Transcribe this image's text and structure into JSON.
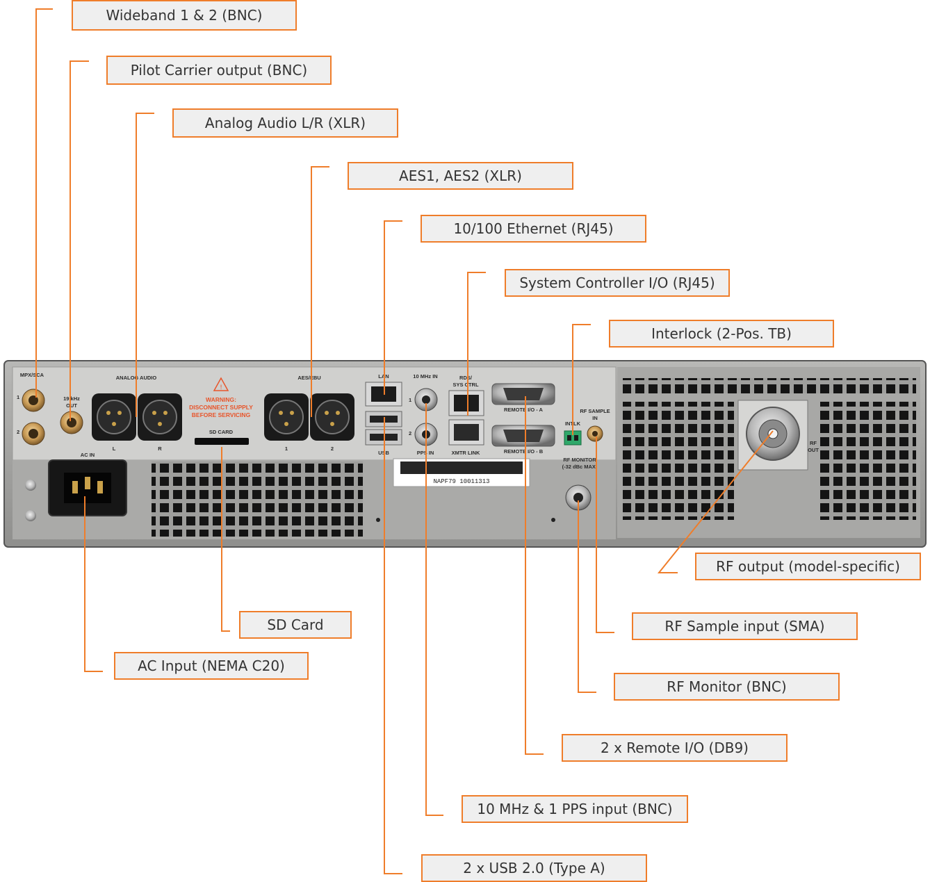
{
  "accent_color": "#ef7d2a",
  "callouts": {
    "wideband": "Wideband 1 & 2 (BNC)",
    "pilot": "Pilot Carrier output (BNC)",
    "analog_audio": "Analog Audio L/R (XLR)",
    "aes": "AES1, AES2 (XLR)",
    "ethernet": "10/100 Ethernet (RJ45)",
    "system_controller": "System Controller I/O (RJ45)",
    "interlock": "Interlock (2-Pos. TB)",
    "rf_output": "RF output (model-specific)",
    "sd_card": "SD Card",
    "rf_sample": "RF Sample input (SMA)",
    "ac_input": "AC Input (NEMA C20)",
    "rf_monitor": "RF Monitor (BNC)",
    "remote_io": "2 x Remote I/O (DB9)",
    "ten_mhz_pps": "10 MHz & 1 PPS input (BNC)",
    "usb": "2 x USB 2.0 (Type A)"
  },
  "panel": {
    "mpx_sca": "MPX/SCA",
    "port_1": "1",
    "port_2": "2",
    "khz_out_1": "19 kHz",
    "khz_out_2": "OUT",
    "analog_audio": "ANALOG AUDIO",
    "left": "L",
    "right": "R",
    "ac_in": "AC IN",
    "warning_1": "WARNING:",
    "warning_2": "DISCONNECT SUPPLY",
    "warning_3": "BEFORE SERVICING",
    "sd_card": "SD CARD",
    "aes_ebu": "AES/EBU",
    "lan": "LAN",
    "usb": "USB",
    "ten_mhz_in": "10 MHz IN",
    "pps_in": "PPS IN",
    "rds_1": "RDS/",
    "rds_2": "SYS CTRL",
    "xmtr_link": "XMTR LINK",
    "remote_a": "REMOTE I/O - A",
    "remote_b": "REMOTE I/O - B",
    "intlk": "INTLK",
    "rf_sample_1": "RF SAMPLE",
    "rf_sample_2": "IN",
    "rf_monitor_1": "RF MONITOR",
    "rf_monitor_2": "(-32 dBc MAX)",
    "rf_out_1": "RF",
    "rf_out_2": "OUT",
    "serial": "NAPF79   10011313"
  }
}
